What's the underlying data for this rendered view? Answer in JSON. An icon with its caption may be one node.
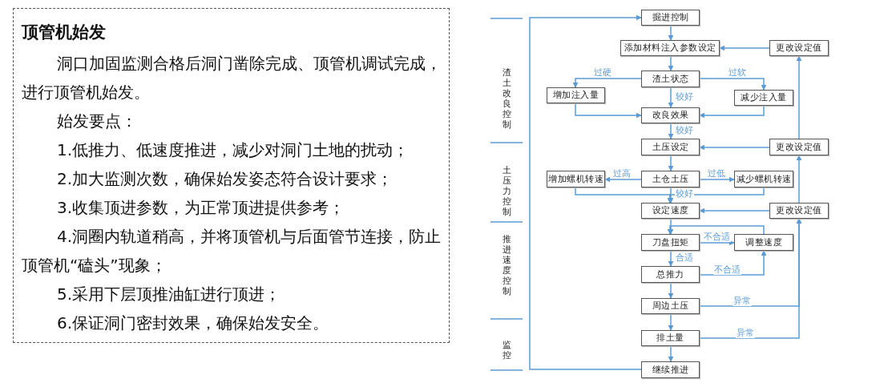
{
  "diagram": {
    "nodes": [
      {
        "text": [
          "顶管机始发",
          "洞口加固监测合格后洞门凿除完成、顶管机调试完成，进行顶管机始发。",
          "始发要点：",
          "1.低推力、低速度推进，减少对洞门土地的扰动；",
          "2.加大监测次数，确保始发姿态符合设计要求；",
          "3.收集顶进参数，为正常顶进提供参考；",
          "4.洞圈内轨道稍高，并将顶管机与后面管节连接，防止顶管机“磕头”现象；",
          "5.采用下层顶推油缸进行顶进；",
          "6.保证洞门密封效果，确保始发安全。"
        ]
      },
      {
        "text": [
          "掘进控制"
        ]
      },
      {
        "text": [
          "添加材料注入参数设定"
        ]
      },
      {
        "text": [
          "更改设定值"
        ]
      },
      {
        "text": [
          "渣土状态"
        ]
      },
      {
        "text": [
          "增加注入量"
        ]
      },
      {
        "text": [
          "减少注入量"
        ]
      },
      {
        "text": [
          "改良效果"
        ]
      },
      {
        "text": [
          "土压设定"
        ]
      },
      {
        "text": [
          "更改设定值"
        ]
      },
      {
        "text": [
          "增加螺机转速"
        ]
      },
      {
        "text": [
          "土仓土压"
        ]
      },
      {
        "text": [
          "减少螺机转速"
        ]
      },
      {
        "text": [
          "设定速度"
        ]
      },
      {
        "text": [
          "更改设定值"
        ]
      },
      {
        "text": [
          "刀盘扭矩"
        ]
      },
      {
        "text": [
          "调整速度"
        ]
      },
      {
        "text": [
          "总推力"
        ]
      },
      {
        "text": [
          "周边土压"
        ]
      },
      {
        "text": [
          "排土量"
        ]
      },
      {
        "text": [
          "继续推进"
        ]
      }
    ],
    "edges": [
      {
        "from": 1,
        "to": 2,
        "arrow": "to"
      },
      {
        "from": 3,
        "to": 2,
        "arrow": "to"
      },
      {
        "from": 2,
        "to": 4,
        "arrow": "to"
      },
      {
        "from": 4,
        "to": 5,
        "arrow": "to",
        "label": "过硬"
      },
      {
        "from": 4,
        "to": 6,
        "arrow": "to",
        "label": "过软"
      },
      {
        "from": 4,
        "to": 7,
        "arrow": "to",
        "label": "较好"
      },
      {
        "from": 5,
        "to": 7,
        "arrow": "to"
      },
      {
        "from": 6,
        "to": 7,
        "arrow": "to"
      },
      {
        "from": 7,
        "to": 8,
        "arrow": "to",
        "label": "较好"
      },
      {
        "from": 9,
        "to": 8,
        "arrow": "to"
      },
      {
        "from": 9,
        "to": 3,
        "arrow": "to"
      },
      {
        "from": 8,
        "to": 11,
        "arrow": "to"
      },
      {
        "from": 11,
        "to": 10,
        "arrow": "to",
        "label": "过高"
      },
      {
        "from": 11,
        "to": 12,
        "arrow": "to",
        "label": "过低"
      },
      {
        "from": 11,
        "to": 13,
        "arrow": "to",
        "label": "较好"
      },
      {
        "from": 10,
        "to": 13,
        "arrow": "to"
      },
      {
        "from": 12,
        "to": 13,
        "arrow": "to"
      },
      {
        "from": 14,
        "to": 13,
        "arrow": "to"
      },
      {
        "from": 14,
        "to": 9,
        "arrow": "to"
      },
      {
        "from": 13,
        "to": 15,
        "arrow": "to"
      },
      {
        "from": 15,
        "to": 16,
        "arrow": "to",
        "label": "不合适"
      },
      {
        "from": 16,
        "to": 15,
        "arrow": "to"
      },
      {
        "from": 15,
        "to": 17,
        "arrow": "to",
        "label": "合适"
      },
      {
        "from": 17,
        "to": 16,
        "arrow": "to",
        "label": "不合适"
      },
      {
        "from": 17,
        "to": 18,
        "arrow": "to"
      },
      {
        "from": 18,
        "to": 14,
        "arrow": "to",
        "label": "异常"
      },
      {
        "from": 18,
        "to": 19,
        "arrow": "to"
      },
      {
        "from": 19,
        "to": 14,
        "arrow": "to",
        "label": "异常"
      },
      {
        "from": 19,
        "to": 20,
        "arrow": "to"
      },
      {
        "from": 20,
        "to": 1,
        "arrow": "to"
      }
    ],
    "labels": [
      "渣土改良控制",
      "土压力控制",
      "推进速度控制",
      "监控"
    ]
  }
}
